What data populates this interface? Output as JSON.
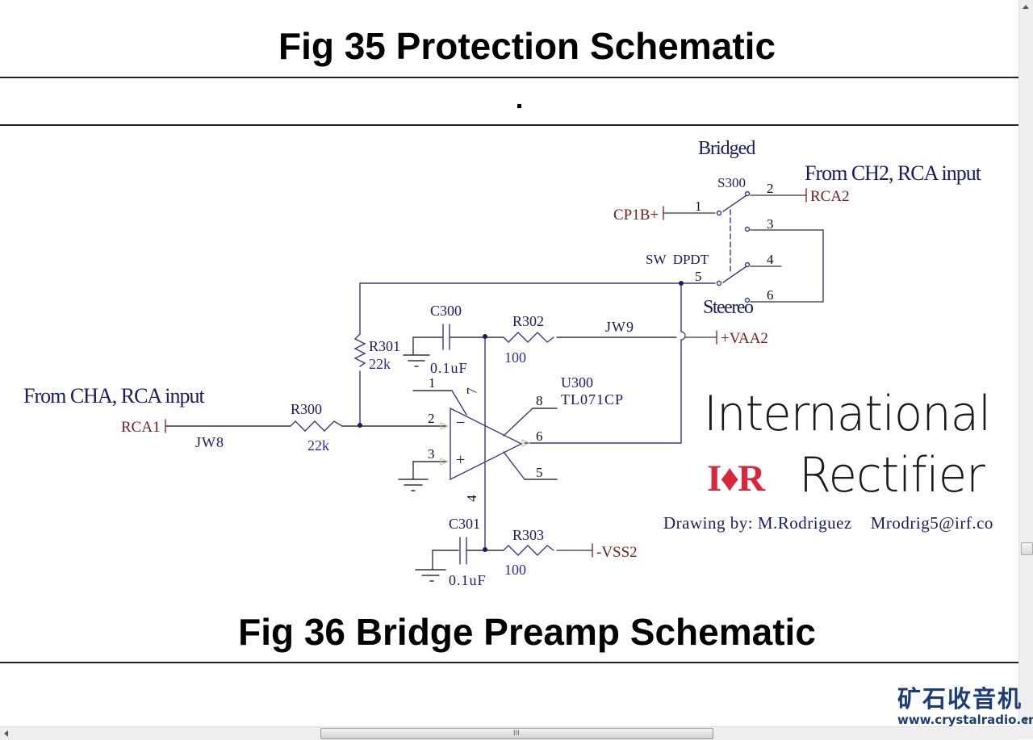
{
  "document": {
    "fig35_title": "Fig 35 Protection Schematic",
    "separator_mark": ".",
    "fig36_title": "Fig 36 Bridge Preamp Schematic"
  },
  "schematic": {
    "mode_labels": {
      "bridged": "Bridged",
      "stereo": "Steereo"
    },
    "inputs": {
      "cha_caption": "From CHA, RCA input",
      "ch2_caption": "From CH2, RCA input"
    },
    "switch": {
      "ref": "S300",
      "type": "SW  DPDT",
      "pins": [
        "1",
        "2",
        "3",
        "4",
        "5",
        "6"
      ]
    },
    "nets": {
      "cp1b": "CP1B+",
      "rca1": "RCA1",
      "rca2": "RCA2",
      "vaa2": "+VAA2",
      "vss2": "-VSS2",
      "jw8": "JW8",
      "jw9": "JW9"
    },
    "components": {
      "r300": {
        "ref": "R300",
        "value": "22k"
      },
      "r301": {
        "ref": "R301",
        "value": "22k"
      },
      "r302": {
        "ref": "R302",
        "value": "100"
      },
      "r303": {
        "ref": "R303",
        "value": "100"
      },
      "c300": {
        "ref": "C300",
        "value": "0.1uF"
      },
      "c301": {
        "ref": "C301",
        "value": "0.1uF"
      },
      "u300": {
        "ref": "U300",
        "part": "TL071CP",
        "pins": [
          "1",
          "2",
          "3",
          "4",
          "5",
          "6",
          "7",
          "8"
        ],
        "minus": "−",
        "plus": "+"
      }
    },
    "logo": {
      "line1": "International",
      "mark": "I♦R",
      "line2": "Rectifier"
    },
    "credit": "Drawing by: M.Rodriguez    Mrodrig5@irf.co"
  },
  "watermark": {
    "cn": "矿石收音机",
    "url": "www.crystalradio.cn"
  },
  "scrollbars": {
    "h_grip": "III"
  }
}
